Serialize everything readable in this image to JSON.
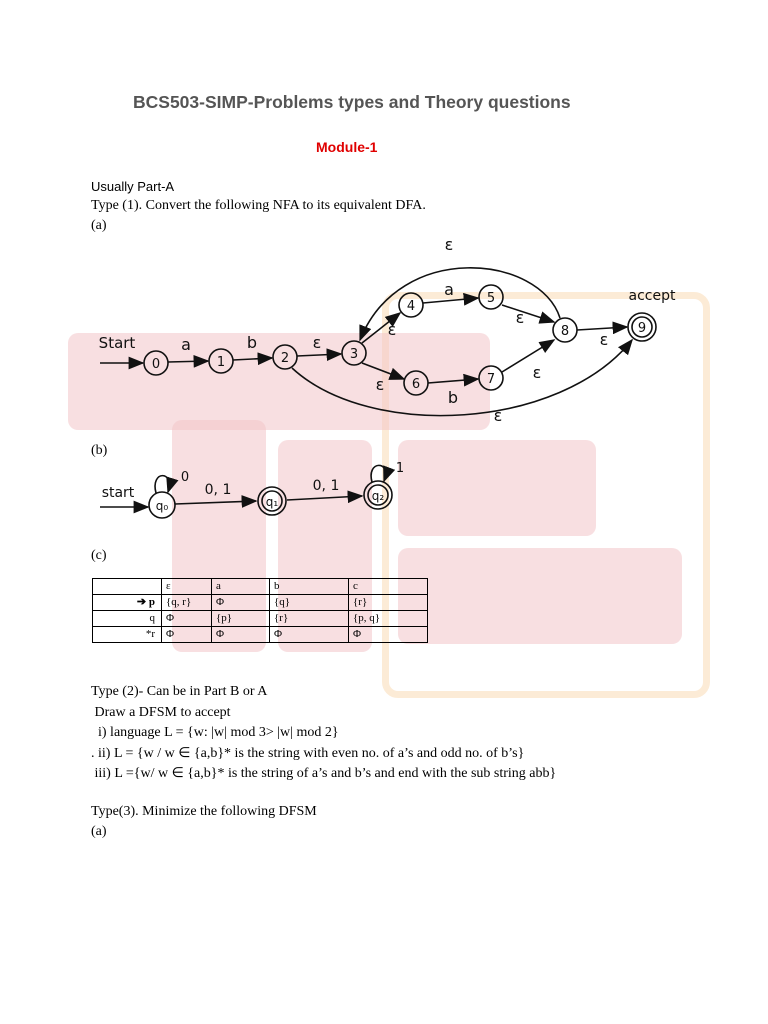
{
  "title": "BCS503-SIMP-Problems types and Theory questions",
  "module": "Module-1",
  "part_a_note": "Usually Part-A",
  "type1": {
    "heading": "Type (1). Convert the following NFA to its equivalent DFA.",
    "label_a": "(a)",
    "label_b": "(b)",
    "label_c": "(c)"
  },
  "nfa_a": {
    "start": "Start",
    "accept": "accept",
    "states": [
      "0",
      "1",
      "2",
      "3",
      "4",
      "5",
      "6",
      "7",
      "8",
      "9"
    ],
    "symbols": {
      "a": "a",
      "b": "b",
      "eps": "ε"
    }
  },
  "nfa_b": {
    "start": "start",
    "states": [
      "q0",
      "q1",
      "q2"
    ],
    "loop_q0": "0",
    "loop_q2": "1",
    "edge1": "0, 1",
    "edge2": "0, 1"
  },
  "table_c": {
    "header": [
      "",
      "ε",
      "a",
      "b",
      "c"
    ],
    "rows": [
      [
        "➔ p",
        "{q, r}",
        "Φ",
        "{q}",
        "{r}"
      ],
      [
        "q",
        "Φ",
        "{p}",
        "{r}",
        "{p, q}"
      ],
      [
        "*r",
        "Φ",
        "Φ",
        "Φ",
        "Φ"
      ]
    ]
  },
  "type2": {
    "heading": "Type (2)- Can be in Part B or A",
    "intro": " Draw a DFSM to accept",
    "items": [
      "  i) language L = {w: |w| mod 3> |w| mod 2}",
      ". ii) L = {w / w ∈ {a,b}* is the string with even no. of a’s and odd no. of b’s}",
      " iii) L ={w/ w ∈ {a,b}* is the string of a’s and b’s and end with the sub string abb}"
    ]
  },
  "type3": {
    "heading": "Type(3). Minimize the following DFSM",
    "label_a": "(a)"
  }
}
